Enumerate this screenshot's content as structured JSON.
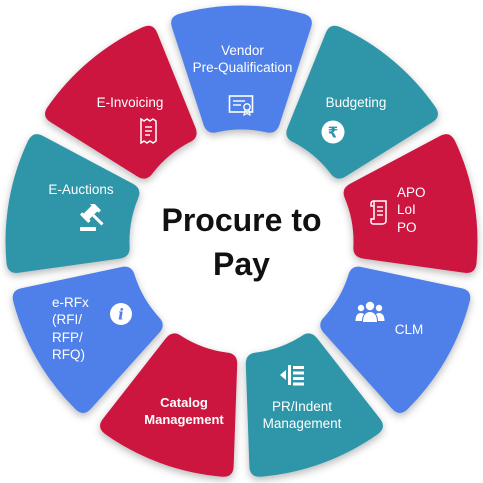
{
  "center": {
    "line1": "Procure to",
    "line2": "Pay"
  },
  "colors": {
    "blue": "#4F7FE8",
    "teal": "#2E96A8",
    "red": "#CC1940",
    "white": "#FFFFFF"
  },
  "segments": [
    {
      "id": "vendor",
      "lines": [
        "Vendor",
        "Pre-Qualification"
      ],
      "color": "blue",
      "icon": "certificate-icon"
    },
    {
      "id": "budgeting",
      "lines": [
        "Budgeting"
      ],
      "color": "teal",
      "icon": "rupee-icon"
    },
    {
      "id": "apo",
      "lines": [
        "APO",
        "LoI",
        "PO"
      ],
      "color": "red",
      "icon": "document-scroll-icon"
    },
    {
      "id": "clm",
      "lines": [
        "CLM"
      ],
      "color": "blue",
      "icon": "users-group-icon"
    },
    {
      "id": "pr-indent",
      "lines": [
        "PR/Indent",
        "Management"
      ],
      "color": "teal",
      "icon": "indent-list-icon"
    },
    {
      "id": "catalog",
      "lines": [
        "Catalog",
        "Management"
      ],
      "color": "red",
      "icon": ""
    },
    {
      "id": "erfx",
      "lines": [
        "e-RFx",
        "(RFI/",
        "RFP/",
        "RFQ)"
      ],
      "color": "blue",
      "icon": "info-icon"
    },
    {
      "id": "eauctions",
      "lines": [
        "E-Auctions"
      ],
      "color": "teal",
      "icon": "gavel-icon"
    },
    {
      "id": "einvoicing",
      "lines": [
        "E-Invoicing"
      ],
      "color": "red",
      "icon": "receipt-icon"
    }
  ]
}
